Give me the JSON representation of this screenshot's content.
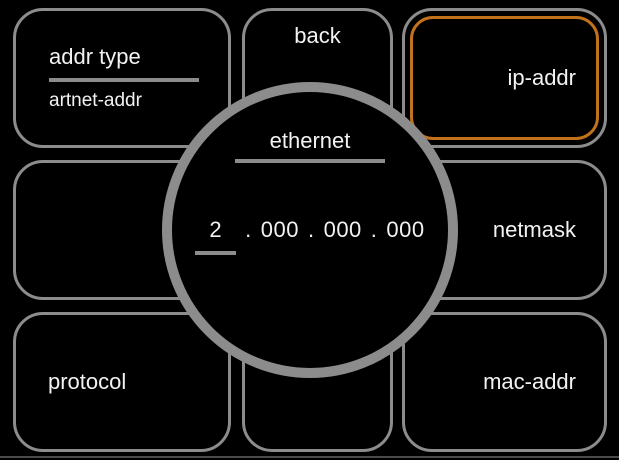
{
  "theme": {
    "background": "#000000",
    "border_gray": "#8c8c8c",
    "accent_orange": "#c2731a",
    "text": "#f2f2f2"
  },
  "buttons": {
    "addr_type": {
      "label": "addr type",
      "value": "artnet-addr"
    },
    "back": {
      "label": "back"
    },
    "ip_addr": {
      "label": "ip-addr",
      "selected": true
    },
    "netmask": {
      "label": "netmask"
    },
    "protocol": {
      "label": "protocol"
    },
    "mac_addr": {
      "label": "mac-addr"
    }
  },
  "editor": {
    "title": "ethernet",
    "octets": [
      "2",
      "000",
      "000",
      "000"
    ],
    "active_octet_index": 0,
    "separator": "."
  }
}
